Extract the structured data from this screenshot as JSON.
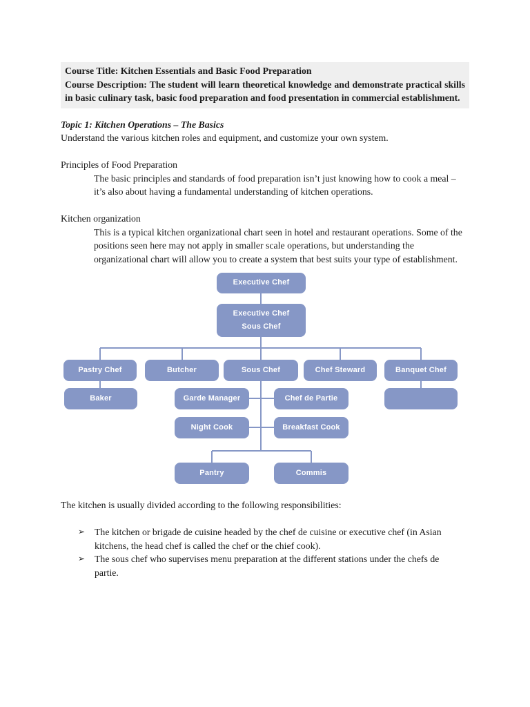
{
  "document": {
    "header_box": {
      "title_line": "Course Title: Kitchen Essentials and Basic Food Preparation",
      "description_line": "Course Description: The student will learn theoretical knowledge and demonstrate practical skills in basic culinary task, basic food preparation and food presentation in commercial establishment."
    },
    "topic": {
      "heading": "Topic 1: Kitchen Operations – The Basics",
      "subtitle": "Understand the various kitchen roles and equipment, and customize your own system."
    },
    "sections": [
      {
        "heading": "Principles of Food Preparation",
        "body": "The basic principles and standards of food preparation isn’t just knowing how to cook a meal – it’s also about having a fundamental understanding of kitchen operations."
      },
      {
        "heading": "Kitchen organization",
        "body": "This is a typical kitchen organizational chart seen in hotel and restaurant operations. Some of the positions seen here may not apply in smaller scale operations, but understanding the organizational chart will allow you to create a system that best suits your type of establishment."
      }
    ],
    "responsibilities_intro": "The kitchen is usually divided according to the following responsibilities:",
    "bullet_glyph": "➢",
    "bullets": [
      "The kitchen or brigade de cuisine headed by the chef de cuisine or executive chef (in Asian kitchens, the head chef is called the chef or the chief cook).",
      "The sous chef who supervises menu preparation at the different stations under the chefs de partie."
    ]
  },
  "org_chart": {
    "colors": {
      "box_fill": "#8697c6",
      "box_text": "#ffffff",
      "line": "#8697c6"
    },
    "nodes": {
      "executive_chef": "Executive Chef",
      "executive_sous_chef": "Executive Chef\nSous Chef",
      "pastry_chef": "Pastry Chef",
      "butcher": "Butcher",
      "sous_chef": "Sous Chef",
      "chef_steward": "Chef Steward",
      "banquet_chef": "Banquet Chef",
      "baker": "Baker",
      "garde_manager": "Garde Manager",
      "chef_de_partie": "Chef de Partie",
      "night_cook": "Night Cook",
      "breakfast_cook": "Breakfast Cook",
      "pantry": "Pantry",
      "commis": "Commis"
    }
  }
}
